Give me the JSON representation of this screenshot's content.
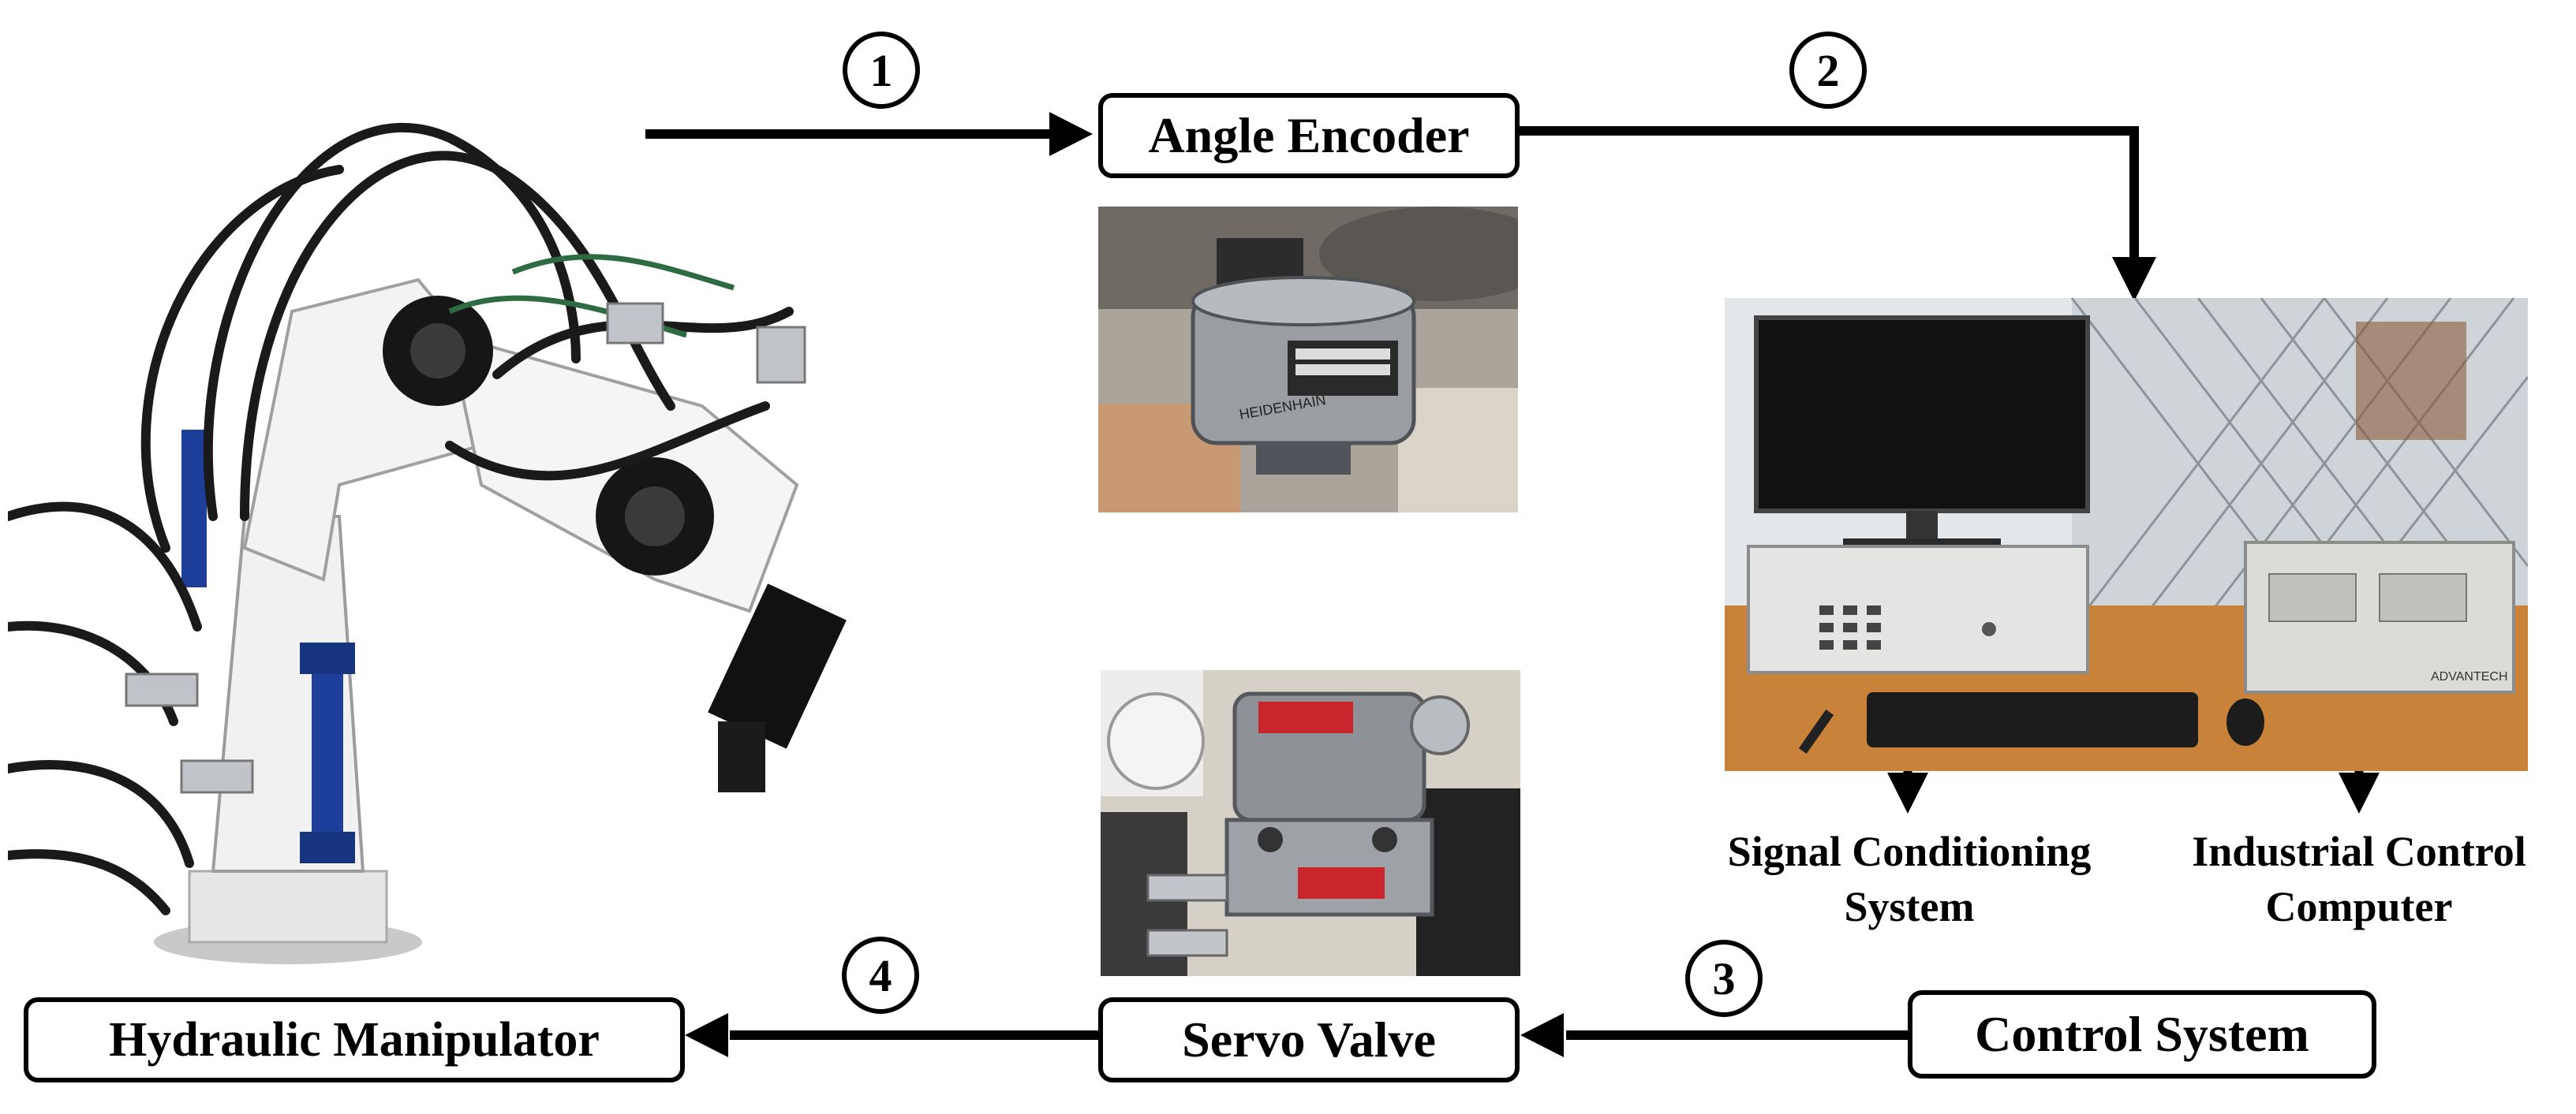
{
  "nodes": {
    "angle_encoder": "Angle Encoder",
    "hydraulic_manipulator": "Hydraulic Manipulator",
    "servo_valve": "Servo Valve",
    "control_system": "Control System"
  },
  "step_numbers": [
    "1",
    "2",
    "3",
    "4"
  ],
  "callouts": {
    "signal_conditioning_line1": "Signal Conditioning",
    "signal_conditioning_line2": "System",
    "industrial_control_line1": "Industrial Control",
    "industrial_control_line2": "Computer"
  },
  "encoder_brand": "HEIDENHAIN",
  "ipc_brand": "ADVANTECH",
  "colors": {
    "line": "#000000",
    "manipulator_white": "#eeeeee",
    "actuator_blue": "#1d3f9a",
    "desk_wood": "#c9823a",
    "encoder_steel": "#9a9ea3",
    "valve_red": "#c8262c"
  }
}
